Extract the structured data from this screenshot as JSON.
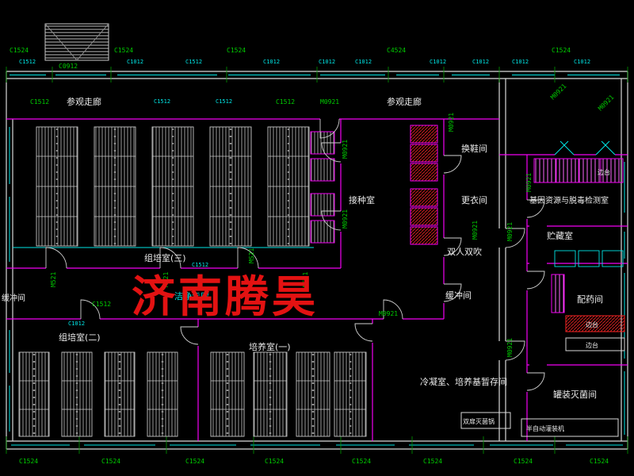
{
  "watermark": {
    "text": "济南腾昊",
    "color": "#e31212"
  },
  "rooms": {
    "visit_corridor_left": "参观走廊",
    "visit_corridor_right": "参观走廊",
    "clean_corridor": "洁净走廊",
    "inoculation": "接种室",
    "shoe_change": "换鞋间",
    "dressing": "更衣间",
    "air_shower": "双人双吹",
    "buffer_right": "缓冲间",
    "buffer_left": "缓冲间",
    "tissue3": "组培室(三)",
    "tissue2": "组培室(二)",
    "culture1": "培养室(一)",
    "cold_storage": "冷凝室、培养基暂存间",
    "gene_lab": "基因资源与脱毒检测室",
    "storage": "贮藏室",
    "pharmacy": "配药间",
    "sterilizing": "罐装灭菌间"
  },
  "equipment": {
    "filling_machine": "半自动灌装机",
    "autoclave": "双扉灭菌锅",
    "side_bench": "边台"
  },
  "codes": {
    "c1524": "C1524",
    "c4524": "C4524",
    "c1512": "C1512",
    "c1012": "C1012",
    "c0912": "C0912",
    "m0921": "M0921",
    "m521": "M521",
    "ms21": "MS21"
  },
  "colors": {
    "background": "#000000",
    "wall": "#d9d9d9",
    "magenta": "#f400f4",
    "cyan": "#00e5e5",
    "green": "#00cc00",
    "red_watermark": "#e31212"
  }
}
